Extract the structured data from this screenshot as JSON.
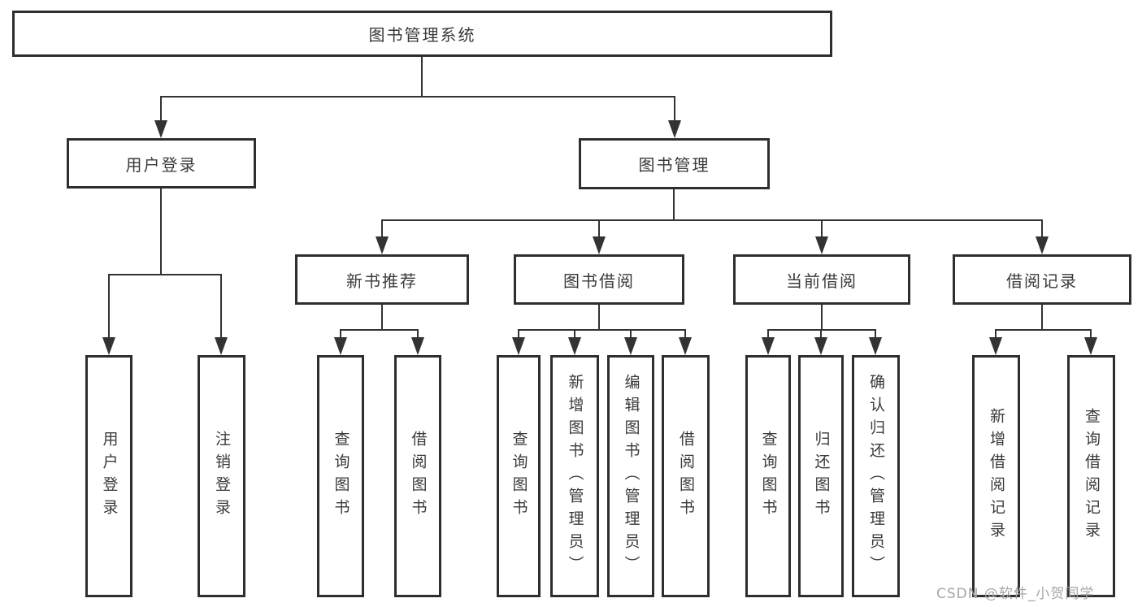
{
  "diagram": {
    "root": {
      "label": "图书管理系统"
    },
    "level2": [
      {
        "label": "用户登录"
      },
      {
        "label": "图书管理"
      }
    ],
    "level3": [
      {
        "label": "新书推荐"
      },
      {
        "label": "图书借阅"
      },
      {
        "label": "当前借阅"
      },
      {
        "label": "借阅记录"
      }
    ],
    "leaves": [
      {
        "label": "用户登录"
      },
      {
        "label": "注销登录"
      },
      {
        "label": "查询图书"
      },
      {
        "label": "借阅图书"
      },
      {
        "label": "查询图书"
      },
      {
        "label": "新增图书（管理员）"
      },
      {
        "label": "编辑图书（管理员）"
      },
      {
        "label": "借阅图书"
      },
      {
        "label": "查询图书"
      },
      {
        "label": "归还图书"
      },
      {
        "label": "确认归还（管理员）"
      },
      {
        "label": "新增借阅记录"
      },
      {
        "label": "查询借阅记录"
      }
    ]
  },
  "watermark": {
    "text": "CSDN @软件_小贺同学"
  },
  "colors": {
    "line": "#333333",
    "box_border": "#2e2e2e",
    "text": "#3a3a3a",
    "watermark": "#a6a6a6",
    "background": "#ffffff"
  }
}
